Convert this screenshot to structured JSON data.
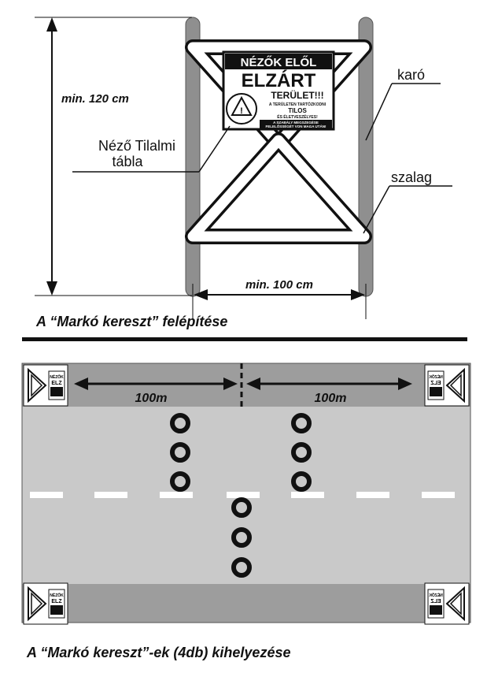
{
  "top_figure": {
    "height_label": "min. 120 cm",
    "width_label": "min. 100 cm",
    "pole_label": "karó",
    "tape_label": "szalag",
    "sign_label_line1": "Néző Tilalmi",
    "sign_label_line2": "tábla",
    "caption": "A “Markó kereszt” felépítése"
  },
  "sign": {
    "line1": "NÉZŐK ELŐL",
    "line2": "ELZÁRT",
    "line3": "TERÜLET!!!",
    "line4": "A TERÜLETEN TARTÓZKODNI",
    "line5": "TILOS",
    "line6": "ÉS ÉLETVESZÉLYES!",
    "line7": "A SZABÁLY MEGSZEGÉSE",
    "line8": "FELELŐSSÉGÉT VON MAGA UTÁN!"
  },
  "bottom_figure": {
    "distance_left": "100m",
    "distance_right": "100m",
    "caption": "A “Markó kereszt”-ek (4db) kihelyezése"
  },
  "colors": {
    "pole": "#8f8f8f",
    "road": "#c9c9c9",
    "verge": "#9d9d9d",
    "ink": "#111111"
  }
}
